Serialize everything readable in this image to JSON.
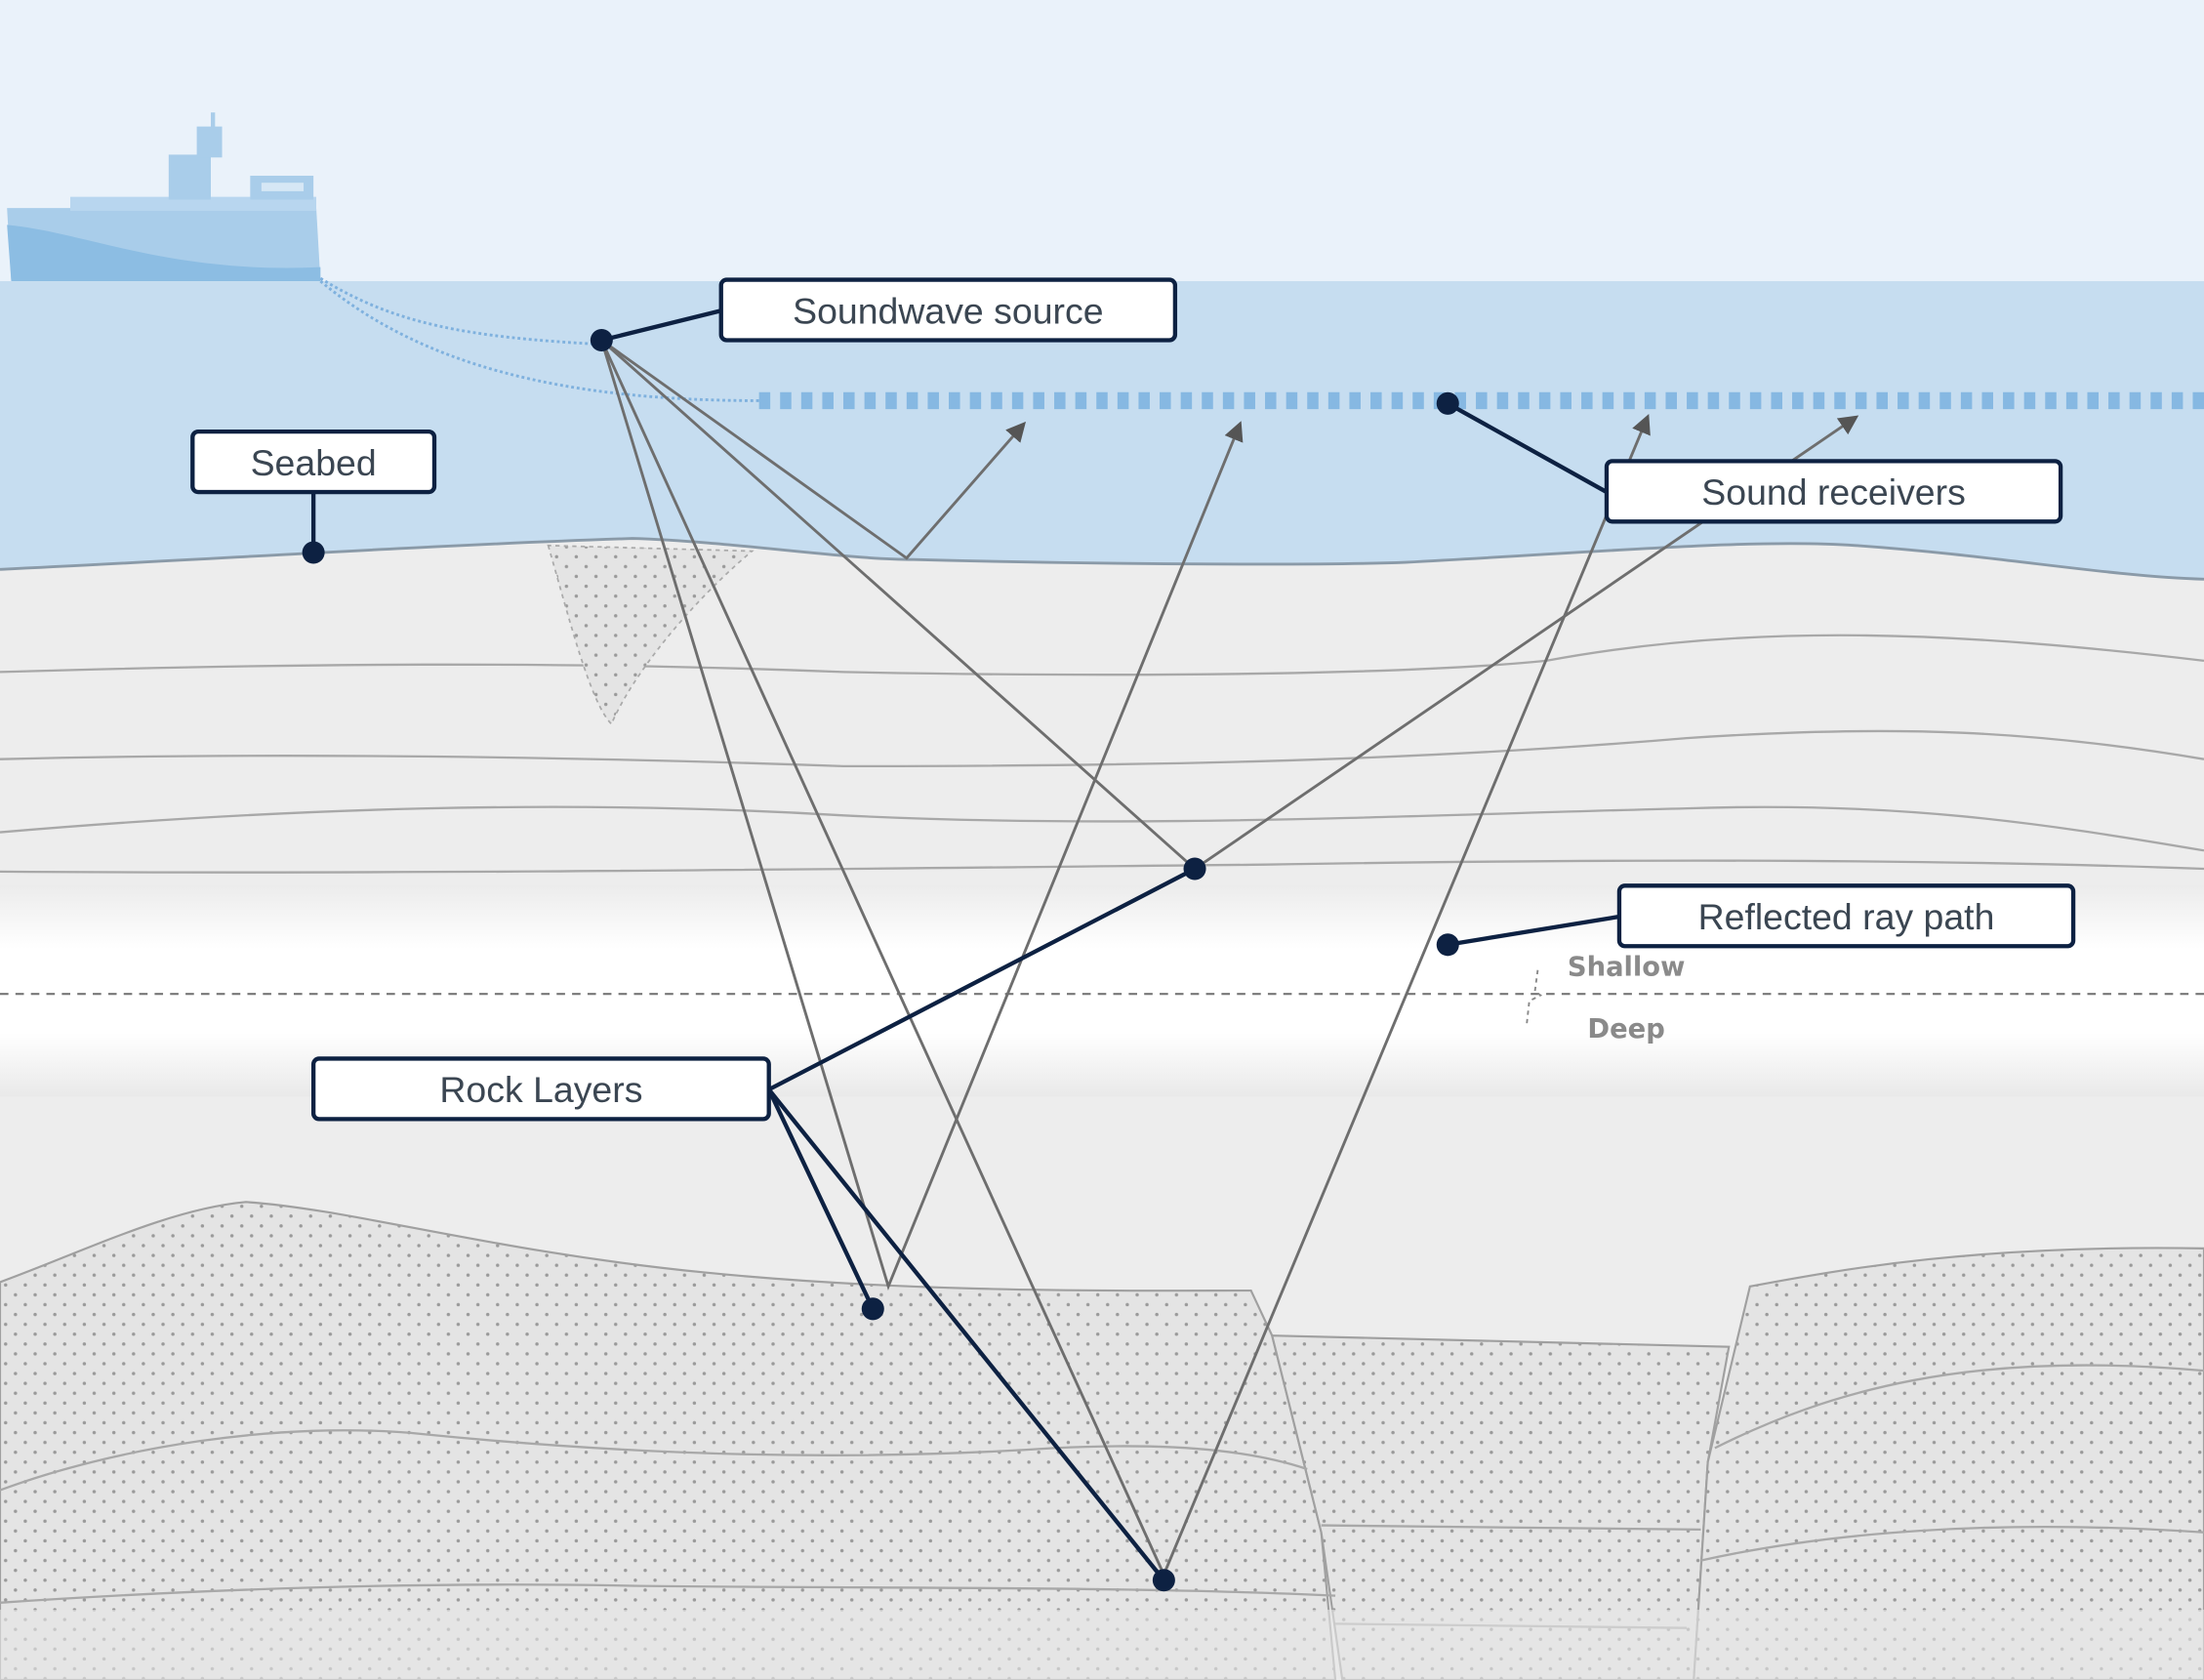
{
  "labels": {
    "soundwave_source": "Soundwave source",
    "seabed": "Seabed",
    "sound_receivers": "Sound receivers",
    "reflected_ray_path": "Reflected ray path",
    "rock_layers": "Rock Layers"
  },
  "depth": {
    "shallow": "Shallow",
    "deep": "Deep"
  },
  "colors": {
    "sky": "#eaf2fa",
    "water": "#c6ddf0",
    "ship": "#a9cdea",
    "callout": "#0d2142",
    "rock": "#e8e8e8"
  }
}
